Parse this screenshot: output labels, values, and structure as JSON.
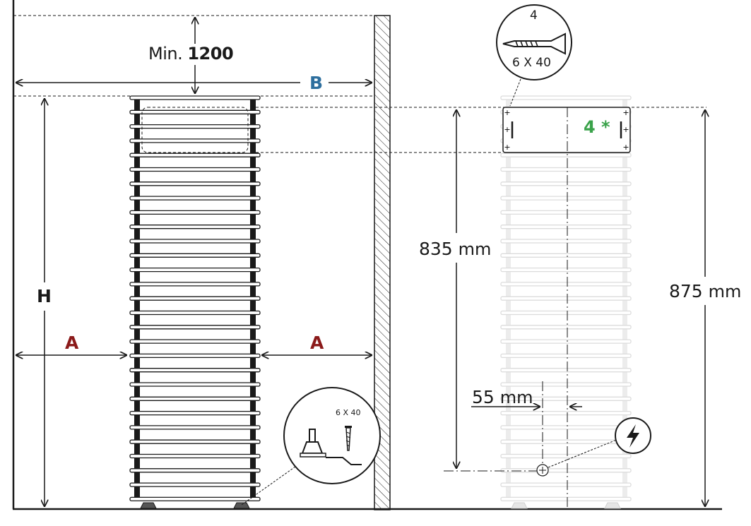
{
  "labels": {
    "min_prefix": "Min.",
    "min_value": "1200",
    "b": "B",
    "h": "H",
    "a_left": "A",
    "a_right": "A",
    "screw_count": "4",
    "screw_size": "6 X 40",
    "screw_size_small": "6 X 40",
    "mount_count": "4 *",
    "dim_835_value": "835",
    "dim_835_unit": "mm",
    "dim_875_value": "875",
    "dim_875_unit": "mm",
    "dim_55_value": "55",
    "dim_55_unit": "mm"
  },
  "colors": {
    "line": "#1a1a1a",
    "a_letter": "#8b1a1a",
    "b_letter": "#2e6f9e",
    "mount_count": "#3aa24a",
    "ghost": "#e0e0e0"
  },
  "icons": [
    "screw-icon",
    "foot-icon",
    "electric-icon"
  ]
}
